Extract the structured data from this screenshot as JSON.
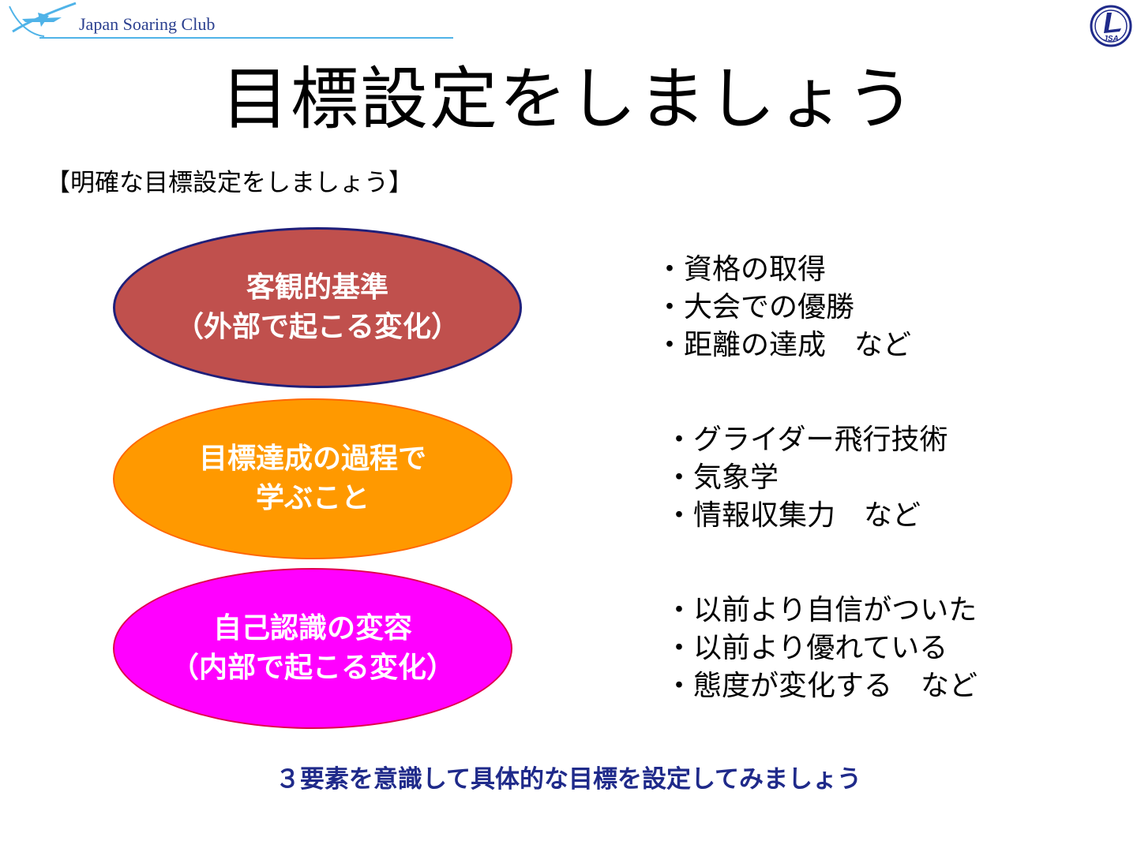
{
  "header": {
    "brand_name": "Japan Soaring Club",
    "emblem_text": "JSA",
    "colors": {
      "brand_text": "#2a3f8f",
      "line": "#4fb3e8"
    }
  },
  "title": "目標設定をしましょう",
  "section_heading": "【明確な目標設定をしましょう】",
  "elements": [
    {
      "label_lines": [
        "客観的基準",
        "（外部で起こる変化）"
      ],
      "color": "#c0504d",
      "bullets": [
        "・資格の取得",
        "・大会での優勝",
        "・距離の達成　など"
      ]
    },
    {
      "label_lines": [
        "目標達成の過程で",
        "学ぶこと"
      ],
      "color": "#ff9900",
      "bullets": [
        "・グライダー飛行技術",
        "・気象学",
        "・情報収集力　など"
      ]
    },
    {
      "label_lines": [
        "自己認識の変容",
        "（内部で起こる変化）"
      ],
      "color": "#ff00ff",
      "bullets": [
        "・以前より自信がついた",
        "・以前より優れている",
        "・態度が変化する　など"
      ]
    }
  ],
  "footer_note": "３要素を意識して具体的な目標を設定してみましょう"
}
